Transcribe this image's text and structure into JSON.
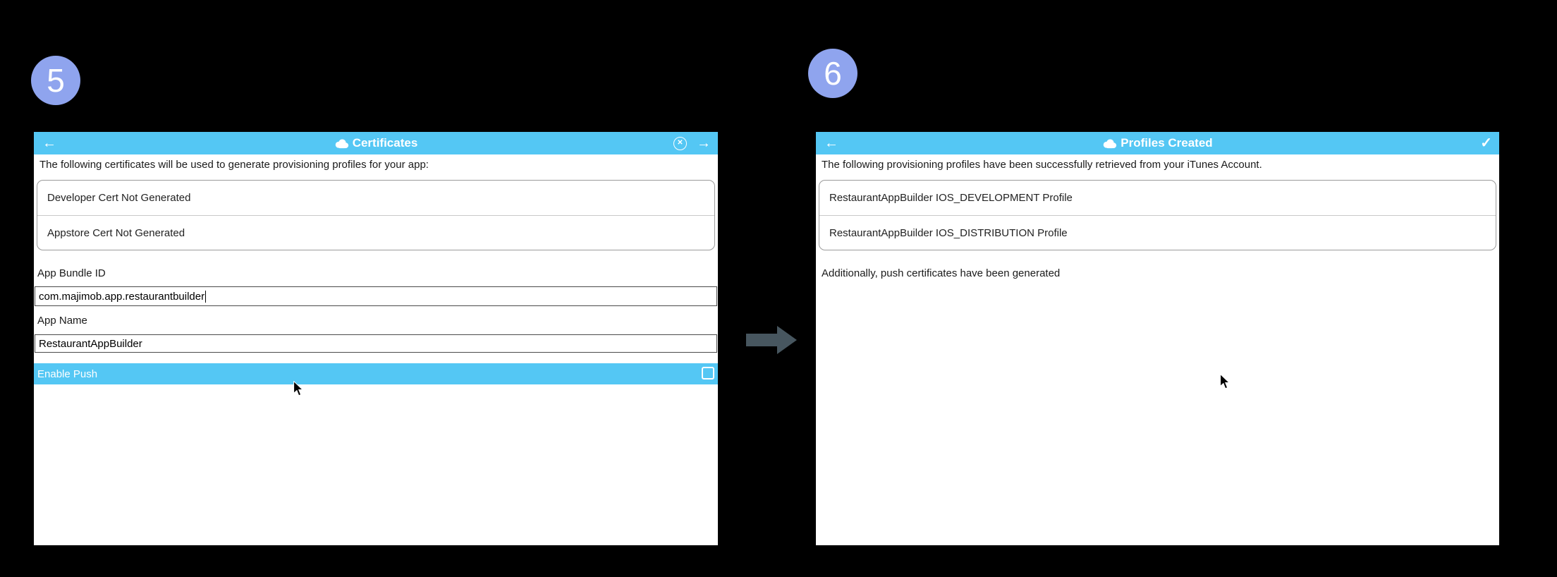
{
  "steps": {
    "left_number": "5",
    "right_number": "6"
  },
  "colors": {
    "background": "#000000",
    "header_blue": "#54C7F4",
    "enable_push_row_blue": "#54C7F4",
    "step_badge_blue": "#8FA4EE",
    "flow_arrow_gray": "#47565F"
  },
  "left_panel": {
    "header": {
      "title": "Certificates",
      "back_icon": "←",
      "close_icon": "✕",
      "next_icon": "→"
    },
    "intro": "The following certificates will be used to generate provisioning profiles for your app:",
    "certificates": [
      "Developer Cert Not Generated",
      "Appstore Cert Not Generated"
    ],
    "form": {
      "bundle_id_label": "App Bundle ID",
      "bundle_id_value": "com.majimob.app.restaurantbuilder",
      "app_name_label": "App Name",
      "app_name_value": "RestaurantAppBuilder",
      "enable_push_label": "Enable Push",
      "enable_push_checked": false
    }
  },
  "right_panel": {
    "header": {
      "title": "Profiles Created",
      "back_icon": "←",
      "done_icon": "✓"
    },
    "intro": "The following provisioning profiles have been successfully retrieved from your iTunes Account.",
    "profiles": [
      "RestaurantAppBuilder IOS_DEVELOPMENT Profile",
      "RestaurantAppBuilder IOS_DISTRIBUTION Profile"
    ],
    "note": "Additionally, push certificates have been generated"
  }
}
